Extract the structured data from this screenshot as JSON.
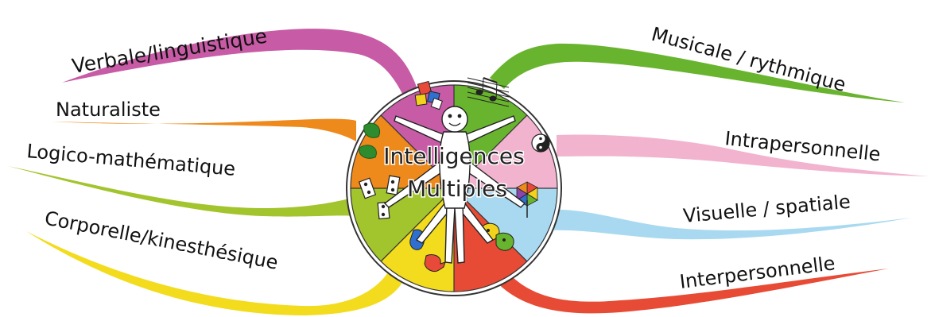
{
  "center": {
    "line1": "Intelligences",
    "line2": "Multiples"
  },
  "branches": [
    {
      "id": "verbale",
      "label": "Verbale/linguistique",
      "color": "#c85ba6"
    },
    {
      "id": "naturaliste",
      "label": "Naturaliste",
      "color": "#ee8a1c"
    },
    {
      "id": "logico",
      "label": "Logico-mathématique",
      "color": "#a2c42c"
    },
    {
      "id": "corporelle",
      "label": "Corporelle/kinesthésique",
      "color": "#f2dc1d"
    },
    {
      "id": "musicale",
      "label": "Musicale / rythmique",
      "color": "#69b42e"
    },
    {
      "id": "intrapersonnelle",
      "label": "Intrapersonnelle",
      "color": "#f2b3cf"
    },
    {
      "id": "visuelle",
      "label": "Visuelle / spatiale",
      "color": "#a9d9f0"
    },
    {
      "id": "interpersonnelle",
      "label": "Interpersonnelle",
      "color": "#e74b35"
    }
  ],
  "icons": [
    {
      "id": "toy-blocks-icon"
    },
    {
      "id": "music-notes-icon"
    },
    {
      "id": "oak-leaves-icon"
    },
    {
      "id": "yin-yang-icon"
    },
    {
      "id": "dominoes-icon"
    },
    {
      "id": "color-hexagon-icon"
    },
    {
      "id": "footprint-hand-icon"
    },
    {
      "id": "masks-icon"
    },
    {
      "id": "human-figure-icon"
    }
  ]
}
